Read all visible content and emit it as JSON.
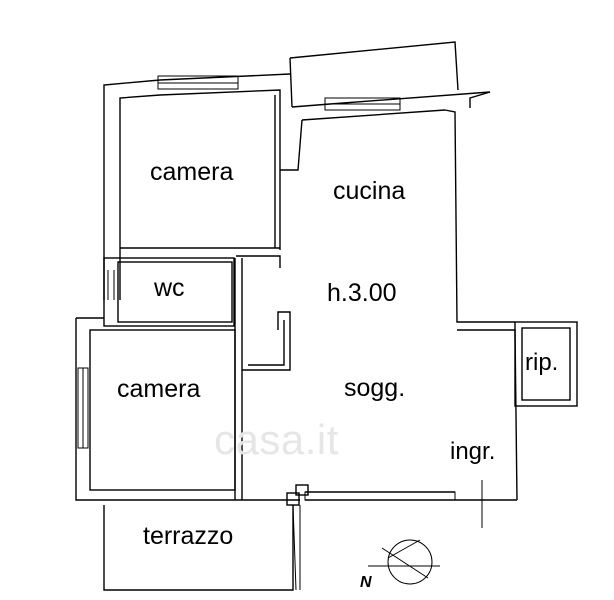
{
  "rooms": {
    "camera_top": "camera",
    "cucina": "cucina",
    "wc": "wc",
    "height": "h.3.00",
    "camera_bottom": "camera",
    "soggiorno": "sogg.",
    "ripostiglio": "rip.",
    "ingresso": "ingr.",
    "terrazzo": "terrazzo"
  },
  "compass": {
    "label": "N"
  },
  "watermark": {
    "text": "casa.it"
  }
}
